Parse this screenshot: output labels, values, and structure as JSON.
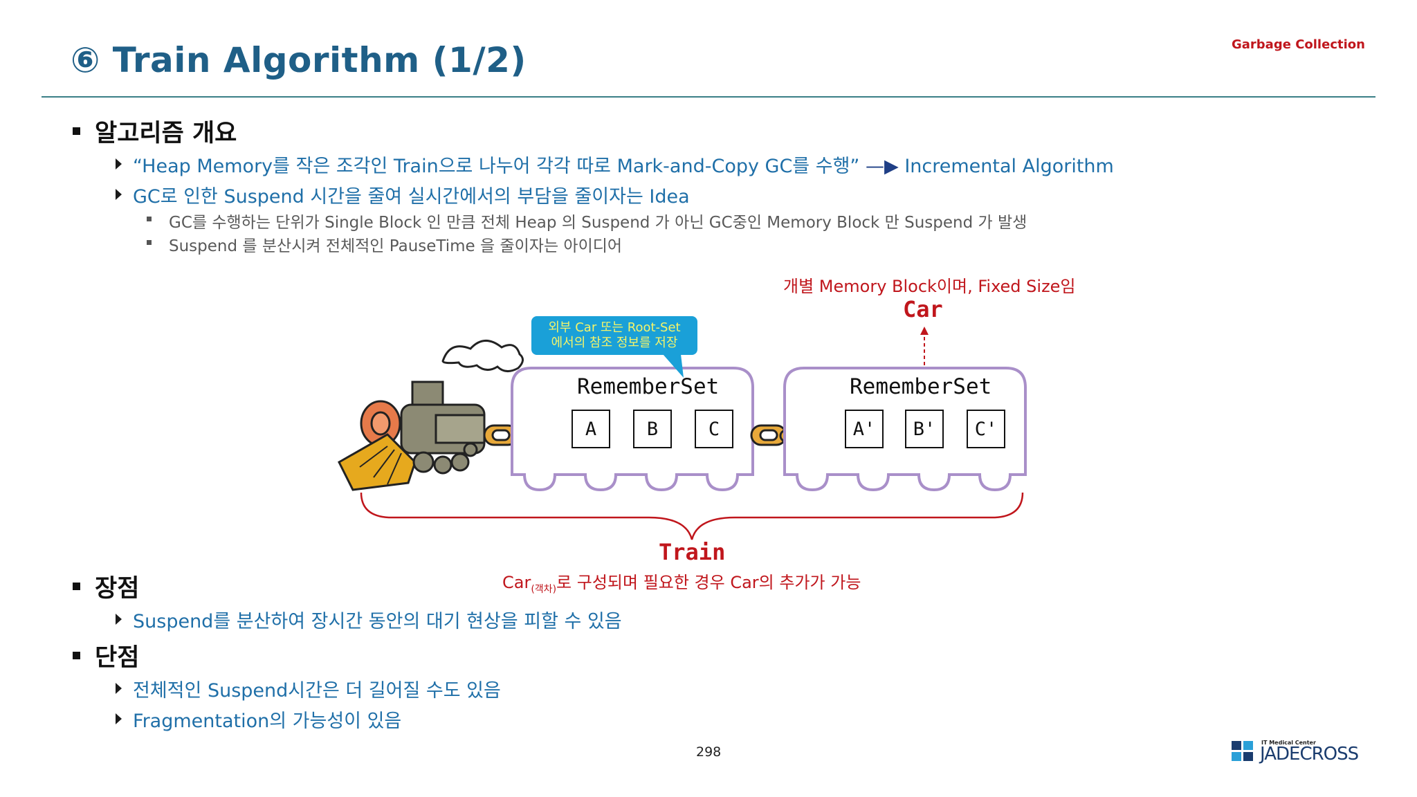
{
  "header": {
    "title": "⑥ Train Algorithm (1/2)",
    "section_tag": "Garbage Collection"
  },
  "overview": {
    "heading": "알고리즘 개요",
    "items": [
      {
        "text": "“Heap Memory를 작은 조각인 Train으로 나누어 각각 따로 Mark-and-Copy GC를 수행” ",
        "arrow": "—▶",
        "tail": " Incremental Algorithm"
      },
      {
        "text": "GC로 인한 Suspend 시간을 줄여 실시간에서의 부담을 줄이자는 Idea"
      }
    ],
    "subitems": [
      "GC를 수행하는 단위가 Single Block 인 만큼 전체 Heap 의 Suspend 가 아닌 GC중인 Memory Block 만 Suspend 가 발생",
      "Suspend 를 분산시켜 전체적인 PauseTime 을 줄이자는 아이디어"
    ]
  },
  "diagram": {
    "car_note": "개별 Memory Block이며, Fixed Size임",
    "car_label": "Car",
    "callout_line1": "외부 Car 또는 Root-Set",
    "callout_line2": "에서의 참조 정보를 저장",
    "car1": {
      "title": "RememberSet",
      "boxes": [
        "A",
        "B",
        "C"
      ]
    },
    "car2": {
      "title": "RememberSet",
      "boxes": [
        "A'",
        "B'",
        "C'"
      ]
    },
    "train_label": "Train",
    "train_desc_pre": "Car",
    "train_desc_sub": "(객차)",
    "train_desc_post": "로 구성되며 필요한 경우 Car의 추가가 가능",
    "colors": {
      "red": "#c0161c",
      "purple": "#a98fc9",
      "chain": "#e8a93a",
      "callout": "#1aa0d8"
    }
  },
  "pros": {
    "heading": "장점",
    "items": [
      "Suspend를 분산하여 장시간 동안의 대기 현상을 피할 수 있음"
    ]
  },
  "cons": {
    "heading": "단점",
    "items": [
      "전체적인 Suspend시간은 더 길어질 수도 있음",
      "Fragmentation의 가능성이 있음"
    ]
  },
  "footer": {
    "page_number": "298",
    "logo_small": "IT Medical Center",
    "logo_text": "JADECROSS"
  }
}
